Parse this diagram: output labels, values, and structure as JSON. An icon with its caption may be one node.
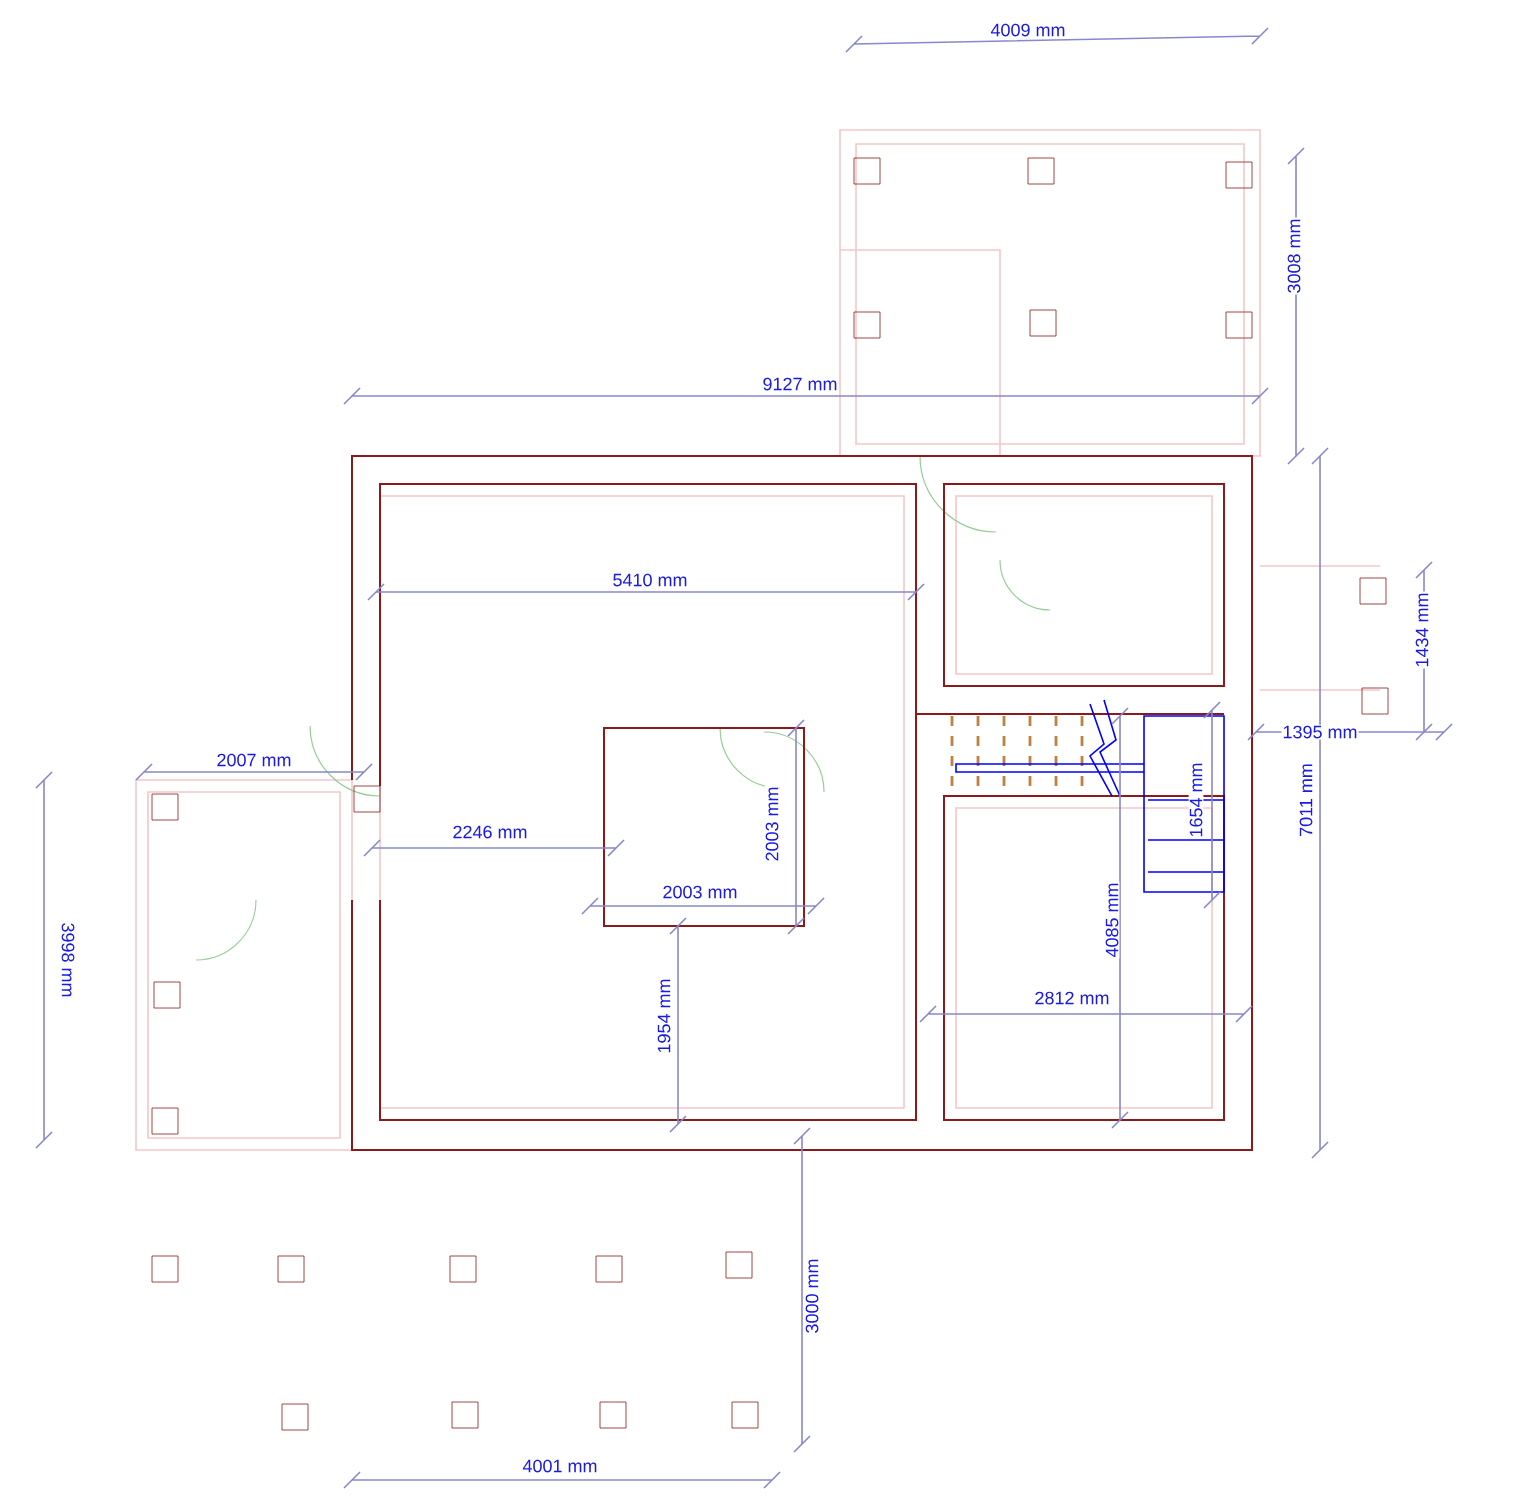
{
  "diagram": {
    "labels": [
      "4009 mm",
      "3008 mm",
      "9127 mm",
      "5410 mm",
      "1434 mm",
      "1395 mm",
      "2007 mm",
      "3998 mm",
      "2246 mm",
      "2003 mm",
      "1654 mm",
      "7011 mm",
      "2003 mm",
      "4085 mm",
      "2812 mm",
      "1954 mm",
      "3000 mm",
      "4001 mm"
    ]
  }
}
